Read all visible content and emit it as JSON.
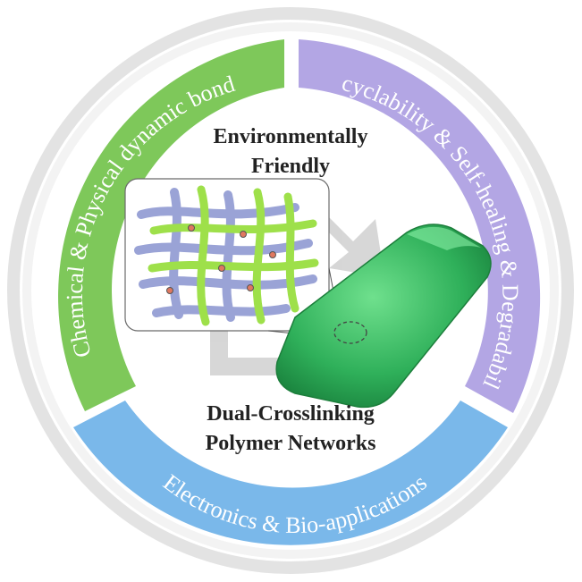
{
  "segments": {
    "left": {
      "label": "Chemical & Physical dynamic bond",
      "color": "#7ec85a"
    },
    "right": {
      "label": "Recyclability & Self-healing & Degradability",
      "color": "#b3a6e4"
    },
    "bottom": {
      "label": "Electronics & Bio-applications",
      "color": "#7ab8ea"
    }
  },
  "center": {
    "top_line1": "Environmentally",
    "top_line2": "Friendly",
    "bottom_line1": "Dual-Crosslinking",
    "bottom_line2": "Polymer Networks"
  },
  "colors": {
    "outer_ring": "#e3e3e3",
    "recycle_arrow": "#cfcfcf",
    "gel_block": "#2fb05a",
    "fiber_green": "#9ee04a",
    "fiber_purple": "#9aa3d6"
  },
  "icons": {
    "recycle": "recycle-arrows-icon",
    "network": "polymer-network-icon",
    "gel": "hydrogel-block-icon"
  }
}
